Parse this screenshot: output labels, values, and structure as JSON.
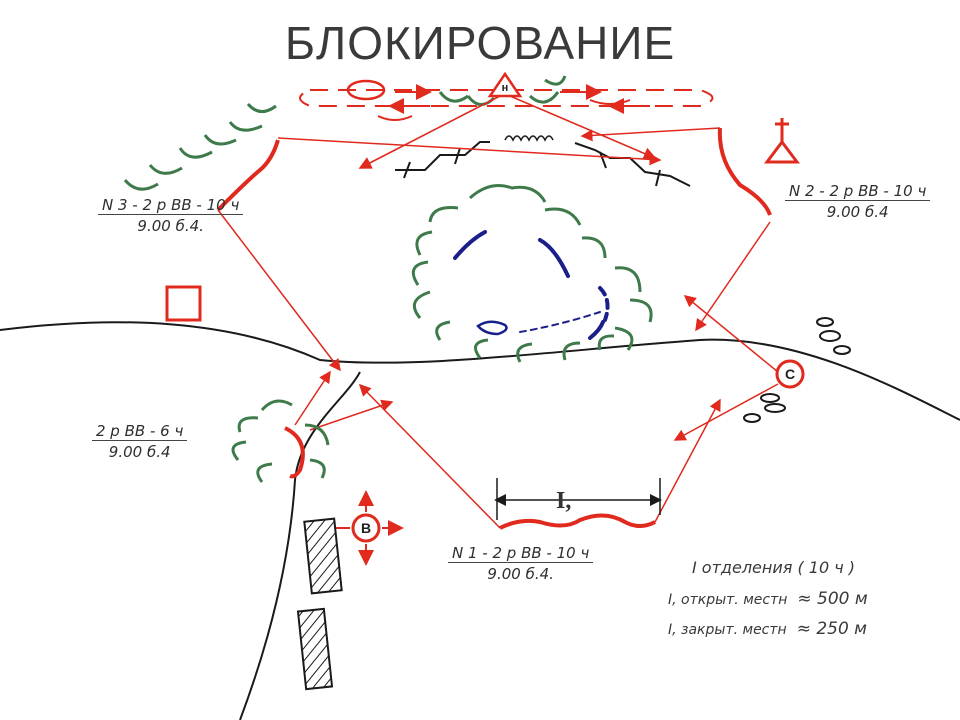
{
  "title": "БЛОКИРОВАНИЕ",
  "units": {
    "unit3": {
      "top": "N 3 - 2 р ВВ - 10 ч",
      "bottom": "9.00   б.4."
    },
    "unit2": {
      "top": "N 2 - 2 р ВВ - 10 ч",
      "bottom": "9.00   б.4"
    },
    "unit1": {
      "top": "N 1 - 2 р ВВ  -  10 ч",
      "bottom": "9.00   б.4."
    },
    "reserve": {
      "top": "2 р ВВ  -  6 ч",
      "bottom": "9.00   б.4"
    }
  },
  "markers": {
    "post_h": "н",
    "point_c": "С",
    "point_b": "В"
  },
  "distance_label": "I,",
  "legend": {
    "heading": "I отделения   ( 10 ч )",
    "rows": [
      {
        "name": "I, открыт. местн",
        "value": "≈  500  м"
      },
      {
        "name": "I, закрыт. местн",
        "value": "≈  250  м"
      }
    ]
  },
  "colors": {
    "red": "#e02a1e",
    "green": "#3e7a4a",
    "blue": "#1b1f8a",
    "black": "#1a1a1a"
  }
}
